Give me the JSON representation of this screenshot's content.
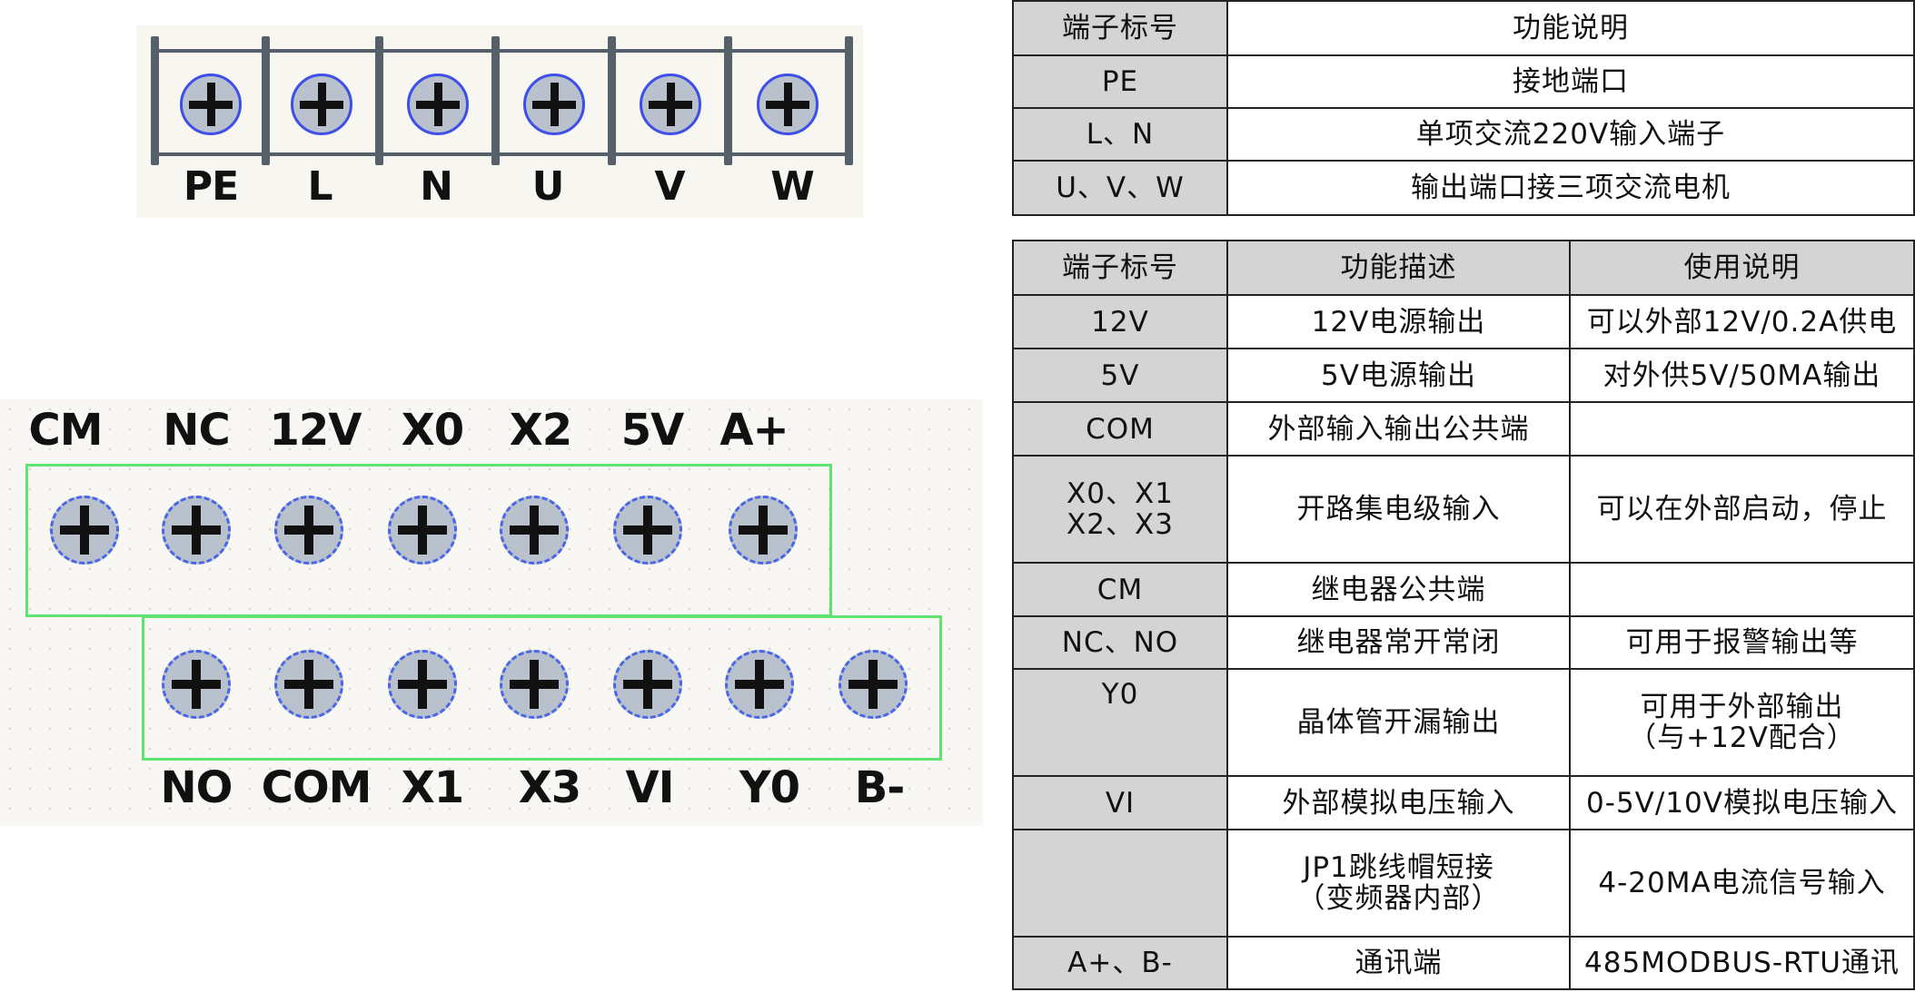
{
  "power_terminals": [
    "PE",
    "L",
    "N",
    "U",
    "V",
    "W"
  ],
  "control_terminals_top": [
    "CM",
    "NC",
    "12V",
    "X0",
    "X2",
    "5V",
    "A+"
  ],
  "control_terminals_bottom": [
    "NO",
    "COM",
    "X1",
    "X3",
    "VI",
    "Y0",
    "B-"
  ],
  "table1": {
    "headers": [
      "端子标号",
      "功能说明"
    ],
    "rows": [
      [
        "PE",
        "接地端口"
      ],
      [
        "L、N",
        "单项交流220V输入端子"
      ],
      [
        "U、V、W",
        "输出端口接三项交流电机"
      ]
    ]
  },
  "table2": {
    "headers": [
      "端子标号",
      "功能描述",
      "使用说明"
    ],
    "rows": [
      [
        "12V",
        "12V电源输出",
        "可以外部12V/0.2A供电"
      ],
      [
        "5V",
        "5V电源输出",
        "对外供5V/50MA输出"
      ],
      [
        "COM",
        "外部输入输出公共端",
        ""
      ],
      [
        "X0、X1\nX2、X3",
        "开路集电级输入",
        "可以在外部启动，停止"
      ],
      [
        "CM",
        "继电器公共端",
        ""
      ],
      [
        "NC、NO",
        "继电器常开常闭",
        "可用于报警输出等"
      ],
      [
        "Y0",
        "晶体管开漏输出",
        "可用于外部输出\n（与+12V配合）"
      ],
      [
        "VI",
        "外部模拟电压输入",
        "0-5V/10V模拟电压输入"
      ],
      [
        "",
        "JP1跳线帽短接\n（变频器内部）",
        "4-20MA电流信号输入"
      ],
      [
        "A+、B-",
        "通讯端",
        "485MODBUS-RTU通讯"
      ]
    ]
  }
}
